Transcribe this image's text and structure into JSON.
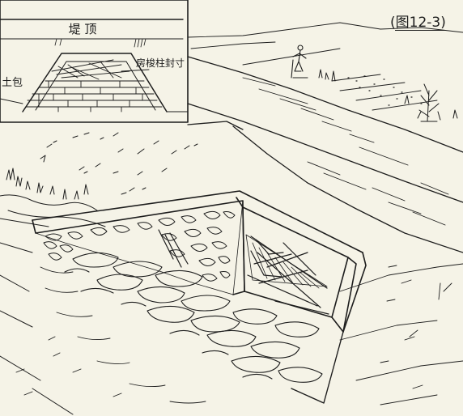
{
  "figure_number": "(图12-3)",
  "inset": {
    "top_label": "堤 顶",
    "side_label": "土包",
    "pointer_label": "房梭柱封寸"
  },
  "colors": {
    "paper": "#f5f3e7",
    "ink": "#1d1d1d"
  }
}
